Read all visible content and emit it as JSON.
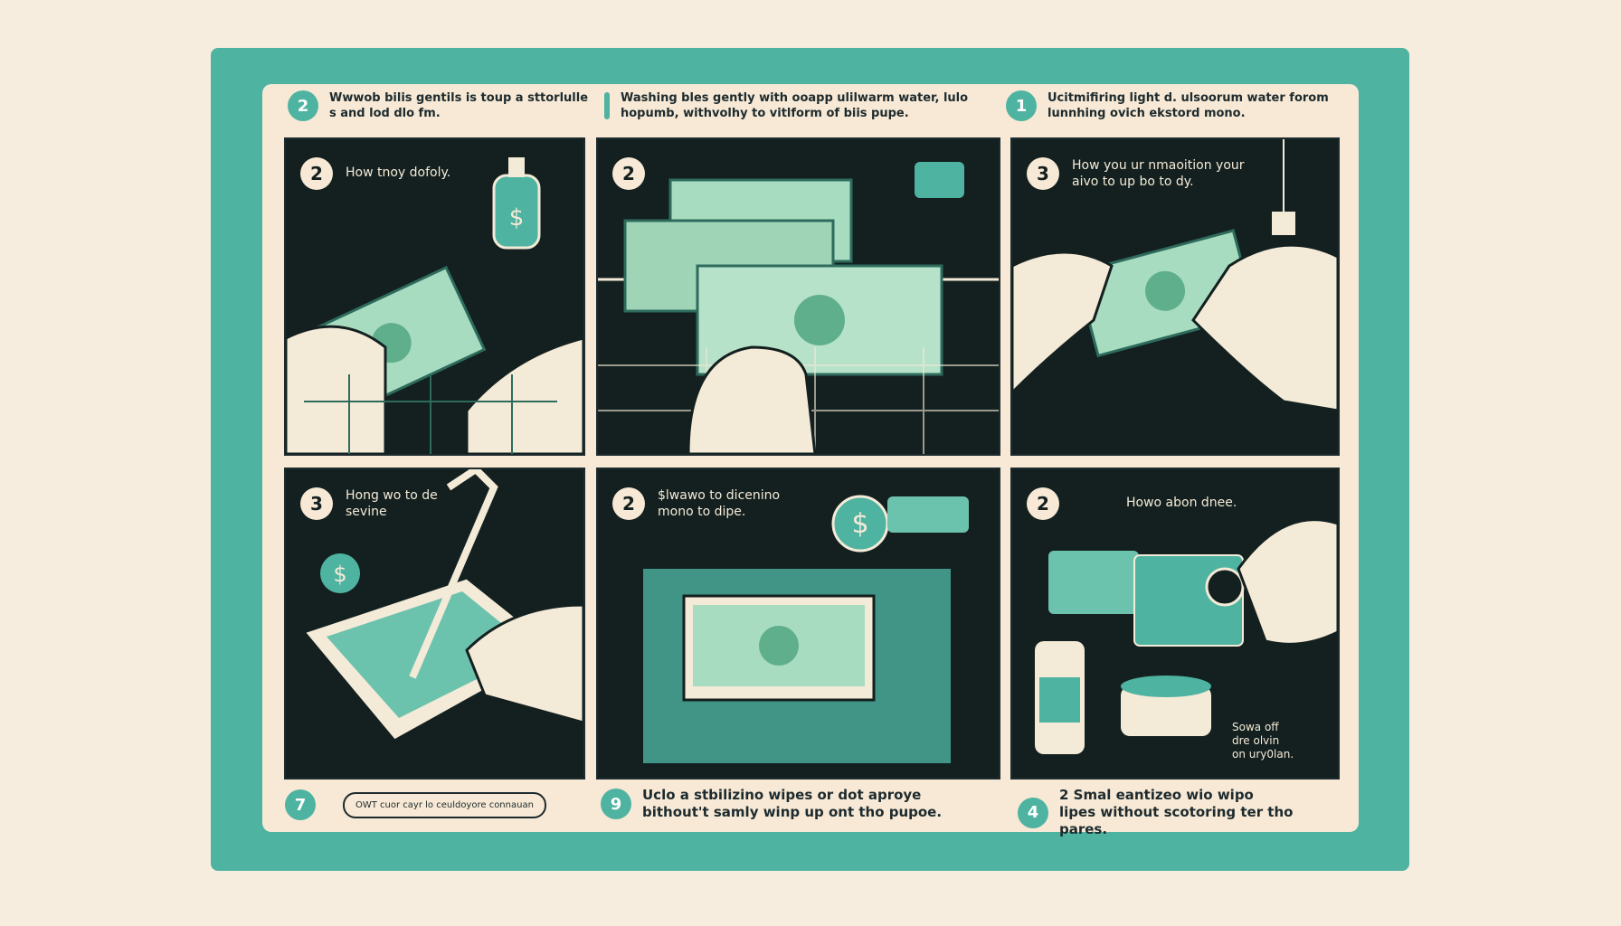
{
  "top_captions": [
    {
      "badge": "2",
      "text": "Wwwob bilis gentils is toup a sttorlulle s and lod dlo fm."
    },
    {
      "badge": "",
      "text": "Washing bles gently with ooapp ulilwarm water, lulo hopumb, withvolhy to vitlform of biis pupe."
    },
    {
      "badge": "1",
      "text": "Ucitmifiring light d. ulsoorum water forom lunnhing ovich ekstord mono."
    }
  ],
  "panels": [
    {
      "num": "2",
      "text": "How tnoy dofoly."
    },
    {
      "num": "2",
      "text": ""
    },
    {
      "num": "3",
      "text": "How you ur nmaoition your aivo to up bo to dy."
    },
    {
      "num": "3",
      "text": "Hong wo to de sevine"
    },
    {
      "num": "2",
      "text": "$lwawo to dicenino mono to dipe."
    },
    {
      "num": "2",
      "text": "Howo abon dnee.",
      "note": "Sowa off dre olvin on ury0lan."
    }
  ],
  "bottom_captions": [
    {
      "badge": "7",
      "text": "OWT cuor cayr lo ceuldoyore connauan"
    },
    {
      "badge": "9",
      "text": "Uclo a stbilizino wipes or dot aproye bithout't samly winp up ont tho pupoe."
    },
    {
      "badge": "4",
      "text": "2 Smal eantizeo wio wipo lipes without scotoring ter tho pares."
    }
  ],
  "colors": {
    "teal": "#4eb3a0",
    "cream": "#f7e9d5",
    "dark": "#13201f",
    "bill": "#a8dcc0"
  }
}
